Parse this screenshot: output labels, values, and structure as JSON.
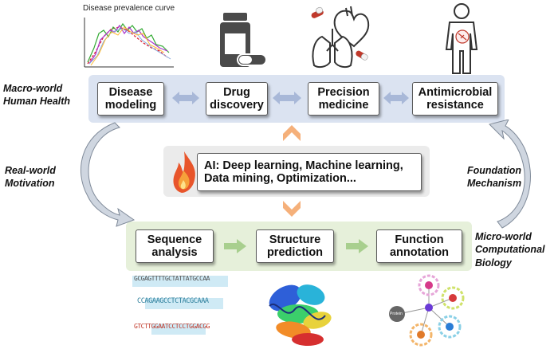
{
  "plot_title": "Disease prevalence curve",
  "labels": {
    "macro": [
      "Macro-world",
      "Human Health"
    ],
    "real": [
      "Real-world",
      "Motivation"
    ],
    "foundation": [
      "Foundation",
      "Mechanism"
    ],
    "micro": [
      "Micro-world",
      "Computational",
      "Biology"
    ]
  },
  "top_boxes": [
    {
      "line1": "Disease",
      "line2": "modeling"
    },
    {
      "line1": "Drug",
      "line2": "discovery"
    },
    {
      "line1": "Precision",
      "line2": "medicine"
    },
    {
      "line1": "Antimicrobial",
      "line2": "resistance"
    }
  ],
  "ai_box": {
    "line1": "AI: Deep learning, Machine learning,",
    "line2": "Data mining, Optimization..."
  },
  "bottom_boxes": [
    {
      "line1": "Sequence",
      "line2": "analysis"
    },
    {
      "line1": "Structure",
      "line2": "prediction"
    },
    {
      "line1": "Function",
      "line2": "annotation"
    }
  ],
  "seq_logos": [
    "GCGAGTTTTGCTATTATGCCAA",
    "CCAGAAGCCTCTACGCAAA",
    "GTCTTGGAATCCTCCTGGACGG"
  ],
  "network_labels": [
    "Protein"
  ],
  "colors": {
    "top_band": "#dbe3f1",
    "bottom_band": "#e6f0da",
    "ai_band": "#ebebeb",
    "arrow_blue": "#a8b8d8",
    "arrow_green": "#a8cf8e",
    "arrow_orange": "#f5b07a"
  }
}
